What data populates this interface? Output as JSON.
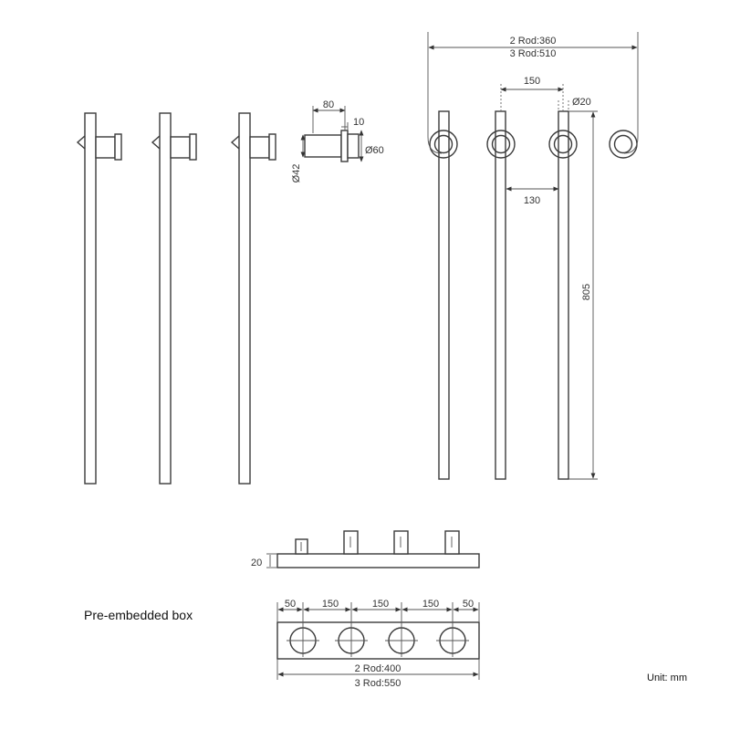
{
  "labels": {
    "rod_span_2": "2 Rod:360",
    "rod_span_3": "3 Rod:510",
    "spacing_150": "150",
    "rod_diameter": "Ø20",
    "depth_80": "80",
    "flange_10": "10",
    "flange_diameter": "Ø60",
    "stem_diameter": "Ø42",
    "offset_130": "130",
    "height_805": "805",
    "box_height": "20",
    "box_title": "Pre-embedded box",
    "box_dims": [
      "50",
      "150",
      "150",
      "150",
      "50"
    ],
    "box_width_2": "2 Rod:400",
    "box_width_3": "3 Rod:550",
    "unit": "Unit: mm"
  }
}
